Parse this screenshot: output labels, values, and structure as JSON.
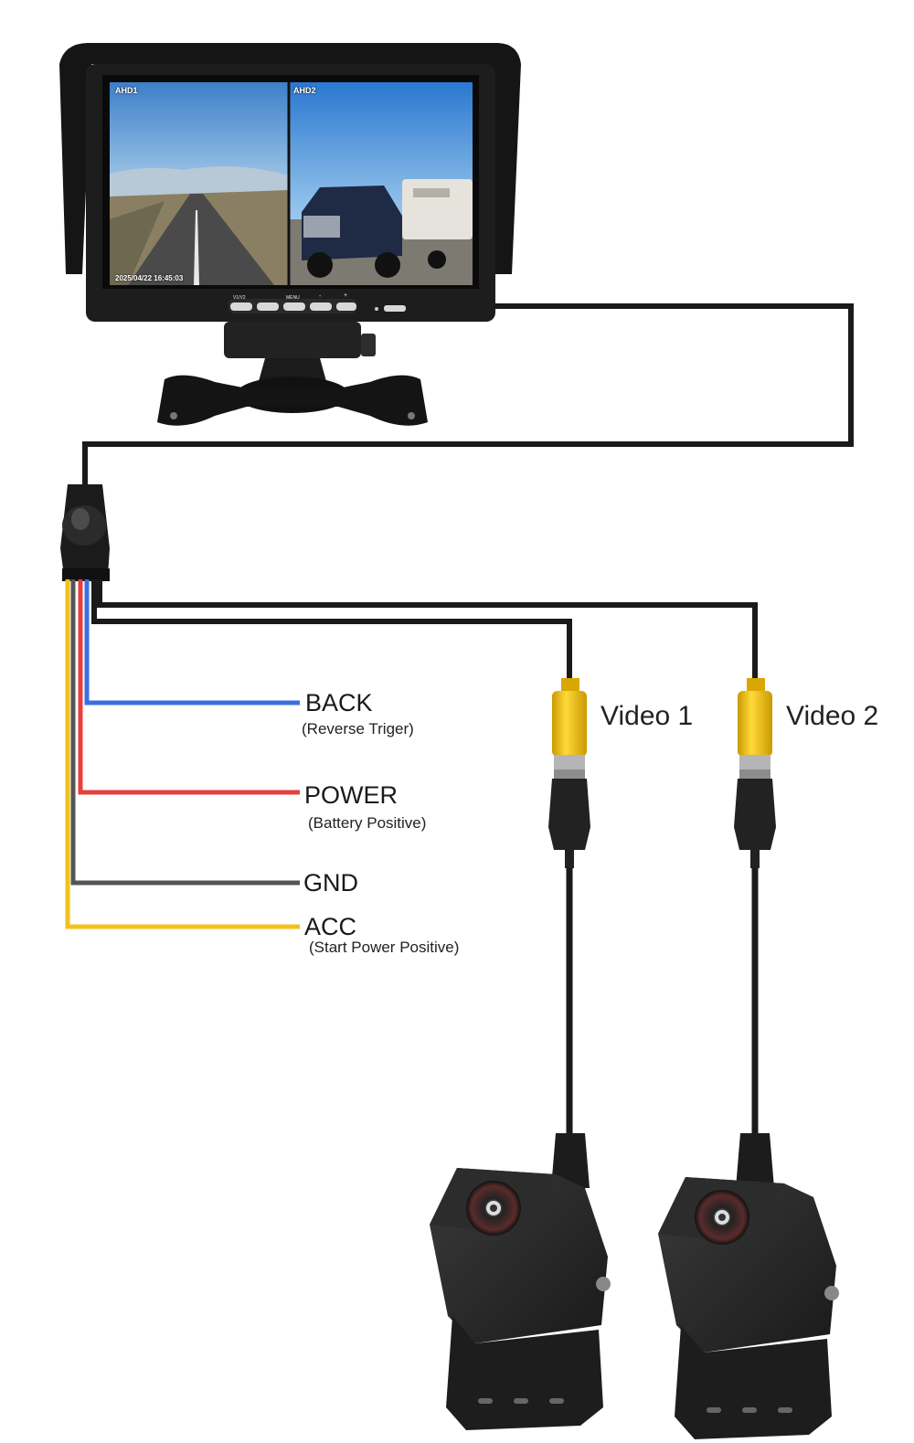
{
  "monitor": {
    "channel_1": "AHD1",
    "channel_2": "AHD2",
    "timestamp": "2025/04/22  16:45:03",
    "button_1": "V1/V2",
    "button_3": "MENU",
    "button_4": "-",
    "button_5": "+"
  },
  "wires": {
    "back": {
      "label": "BACK",
      "note": "(Reverse Triger)",
      "color": "#3b6fe0"
    },
    "power": {
      "label": "POWER",
      "note": "(Battery Positive)",
      "color": "#e8403c"
    },
    "gnd": {
      "label": "GND",
      "note": "",
      "color": "#555555"
    },
    "acc": {
      "label": "ACC",
      "note": "(Start Power Positive)",
      "color": "#f2c21b"
    }
  },
  "cameras": {
    "video_1": "Video 1",
    "video_2": "Video 2",
    "connector_color": "#f2cc1a"
  }
}
